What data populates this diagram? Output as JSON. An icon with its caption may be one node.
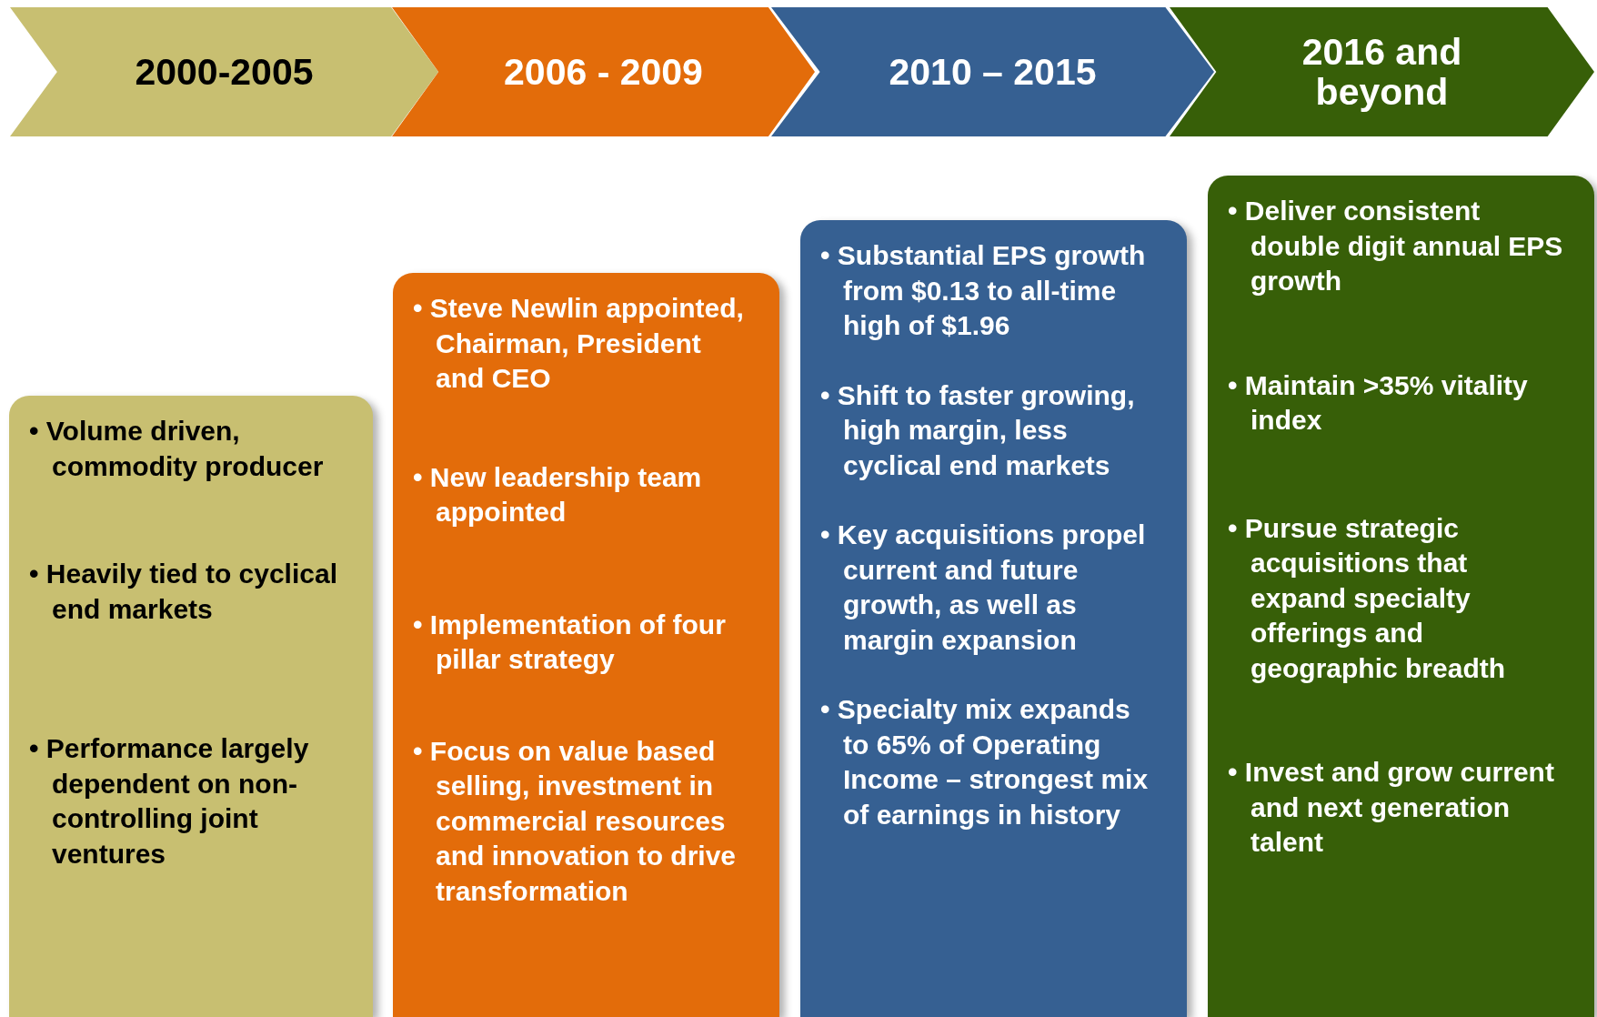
{
  "diagram": {
    "nodes": [
      {
        "text": [
          "2000-2005"
        ]
      },
      {
        "text": [
          "2006 - 2009"
        ]
      },
      {
        "text": [
          "2010 – 2015"
        ]
      },
      {
        "text": [
          "2016 and beyond"
        ]
      },
      {
        "text": [
          "• Volume driven, commodity producer",
          "• Heavily tied to cyclical end markets",
          "• Performance largely dependent on non-controlling joint ventures"
        ]
      },
      {
        "text": [
          "• Steve Newlin appointed, Chairman, President and CEO",
          "• New leadership team appointed",
          "• Implementation of four pillar strategy",
          "• Focus on value based selling, investment in commercial resources and innovation to drive transformation"
        ]
      },
      {
        "text": [
          "• Substantial EPS growth from $0.13 to all-time high of $1.96",
          "• Shift to faster growing, high margin, less cyclical end markets",
          "• Key acquisitions propel current and future growth, as well as margin expansion",
          "• Specialty mix expands to 65% of Operating Income – strongest mix of earnings in history"
        ]
      },
      {
        "text": [
          "• Deliver consistent double digit annual EPS growth",
          "• Maintain >35% vitality index",
          "• Pursue strategic acquisitions that expand specialty offerings and geographic breadth",
          "• Invest and grow current and next generation talent"
        ]
      }
    ]
  }
}
